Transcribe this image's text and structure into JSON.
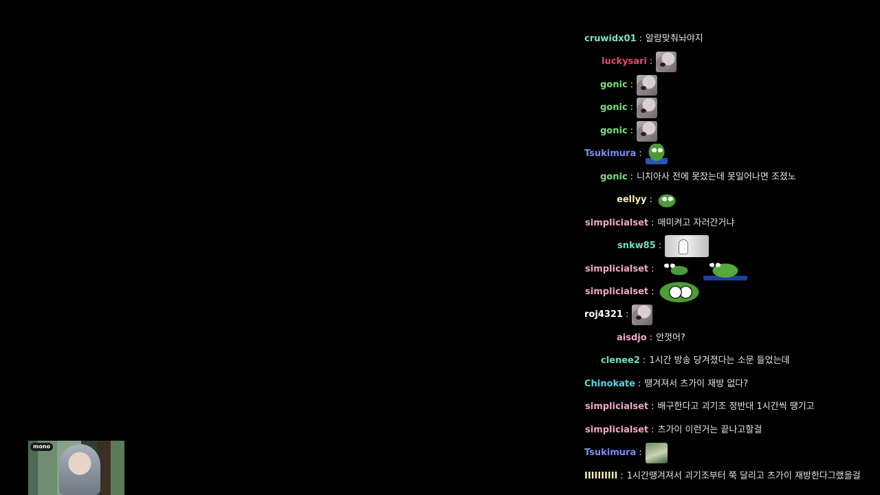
{
  "chat": {
    "separator": ":",
    "messages": [
      {
        "user": "cruwidx01",
        "color": "#7fe3c9",
        "text": "알람맞춰놔야지",
        "emotes": []
      },
      {
        "user": "luckysari",
        "color": "#e04a6a",
        "text": "",
        "emotes": [
          "hamster"
        ]
      },
      {
        "user": "gonic",
        "color": "#7be07b",
        "text": "",
        "emotes": [
          "hamster"
        ]
      },
      {
        "user": "gonic",
        "color": "#7be07b",
        "text": "",
        "emotes": [
          "hamster"
        ]
      },
      {
        "user": "gonic",
        "color": "#7be07b",
        "text": "",
        "emotes": [
          "hamster"
        ]
      },
      {
        "user": "Tsukimura",
        "color": "#7b8cf5",
        "text": "",
        "emotes": [
          "frog-blue"
        ]
      },
      {
        "user": "gonic",
        "color": "#7be07b",
        "text": "니치아사 전에 못잤는데 못일어나면 조졌노",
        "emotes": []
      },
      {
        "user": "eellyy",
        "color": "#f5f0b8",
        "text": "",
        "emotes": [
          "frog-small"
        ]
      },
      {
        "user": "simplicialset",
        "color": "#f0a9c8",
        "text": "매미켜고 자러간거냐",
        "emotes": []
      },
      {
        "user": "snkw85",
        "color": "#6fe0c0",
        "text": "",
        "emotes": [
          "photo"
        ]
      },
      {
        "user": "simplicialset",
        "color": "#f0a9c8",
        "text": "",
        "emotes": [
          "frog-wide",
          "frog-big"
        ]
      },
      {
        "user": "simplicialset",
        "color": "#f0a9c8",
        "text": "",
        "emotes": [
          "frog-eyes"
        ]
      },
      {
        "user": "roj4321",
        "color": "#ffffff",
        "text": "",
        "emotes": [
          "hamster"
        ]
      },
      {
        "user": "aisdjo",
        "color": "#f0a9c8",
        "text": "안껏어?",
        "emotes": []
      },
      {
        "user": "clenee2",
        "color": "#6fe0c0",
        "text": "1시간 방송 당겨졌다는 소문 들었는데",
        "emotes": []
      },
      {
        "user": "Chinokate",
        "color": "#5fd3e6",
        "text": "땡겨져서 츠가이 재방 없다?",
        "emotes": []
      },
      {
        "user": "simplicialset",
        "color": "#f0a9c8",
        "text": "배구한다고 괴기조 정반대 1시간씩 땡기고",
        "emotes": []
      },
      {
        "user": "simplicialset",
        "color": "#f0a9c8",
        "text": "츠가이 이런거는 끝나고할걸",
        "emotes": []
      },
      {
        "user": "Tsukimura",
        "color": "#7b8cf5",
        "text": "",
        "emotes": [
          "anime"
        ]
      },
      {
        "user": "IIIIIIIIII",
        "color": "#f5f0b8",
        "text": "1시간땡겨져서 괴기조부터 쭉 달리고 츠가이 재방한다그랬을걸",
        "emotes": []
      }
    ]
  },
  "cam": {
    "logo": "mono"
  }
}
